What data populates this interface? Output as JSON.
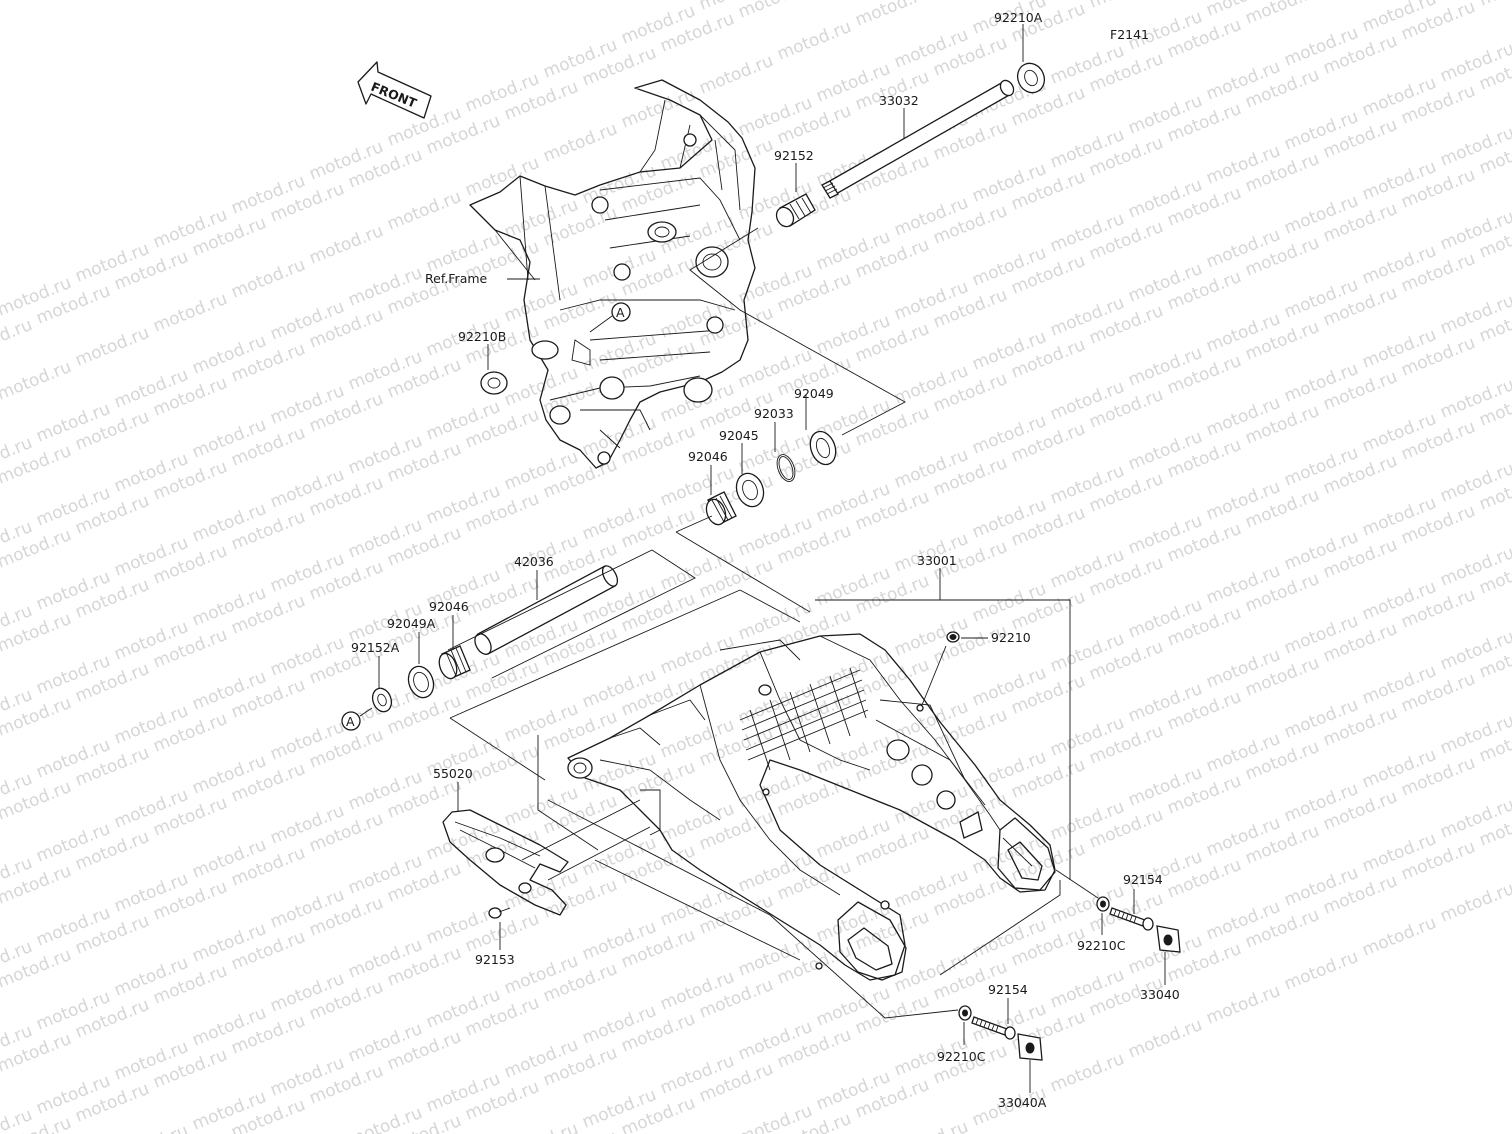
{
  "diagram_code": "F2141",
  "watermark_text": "motod.ru",
  "front_arrow_label": "FRONT",
  "ref_frame_label": "Ref.Frame",
  "callout_letter": "A",
  "part_numbers": {
    "p92210A": "92210A",
    "p33032": "33032",
    "p92152": "92152",
    "p92210B": "92210B",
    "p92049": "92049",
    "p92033": "92033",
    "p92045": "92045",
    "p92046_upper": "92046",
    "p42036": "42036",
    "p92046_lower": "92046",
    "p92049A": "92049A",
    "p92152A": "92152A",
    "p33001": "33001",
    "p92210": "92210",
    "p55020": "55020",
    "p92153": "92153",
    "p92154_right": "92154",
    "p92210C_right": "92210C",
    "p33040": "33040",
    "p92154_lower": "92154",
    "p92210C_lower": "92210C",
    "p33040A": "33040A"
  }
}
